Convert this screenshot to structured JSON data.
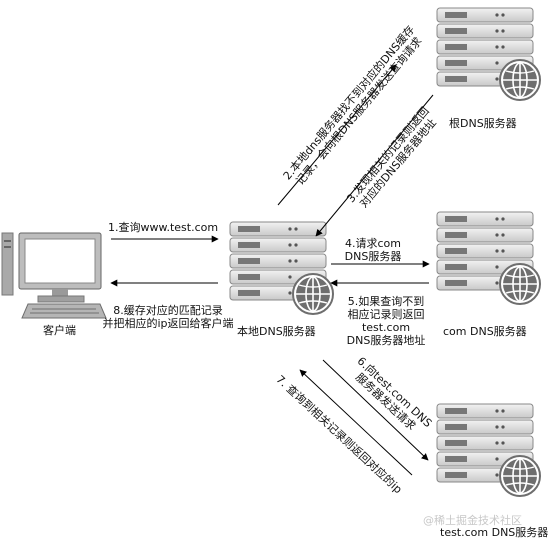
{
  "nodes": {
    "client": "客户端",
    "local_dns": "本地DNS服务器",
    "root_dns": "根DNS服务器",
    "com_dns": "com DNS服务器",
    "test_dns": "test.com DNS服务器"
  },
  "steps": {
    "s1": "1.查询www.test.com",
    "s2_l1": "2.本地dns服务器找不到对应的DNS缓存",
    "s2_l2": "记录，会向根DNS服务器发送查询请求",
    "s3_l1": "3.发现相关的记录则返回",
    "s3_l2": "对应的DNS服务器地址",
    "s4_l1": "4.请求com",
    "s4_l2": "DNS服务器",
    "s5_l1": "5.如果查询不到",
    "s5_l2": "相应记录则返回",
    "s5_l3": "test.com",
    "s5_l4": "DNS服务器地址",
    "s6_l1": "6.向test.com DNS",
    "s6_l2": "服务器发送请求",
    "s7": "7. 查询到相关记录则返回对应的ip",
    "s8_l1": "8.缓存对应的匹配记录",
    "s8_l2": "并把相应的ip返回给客户端"
  },
  "watermark": "@稀土掘金技术社区",
  "colors": {
    "server_fill": "#e8e8e8",
    "server_stroke": "#7a7a7a",
    "globe": "#6e6e6e",
    "line": "#000000"
  }
}
